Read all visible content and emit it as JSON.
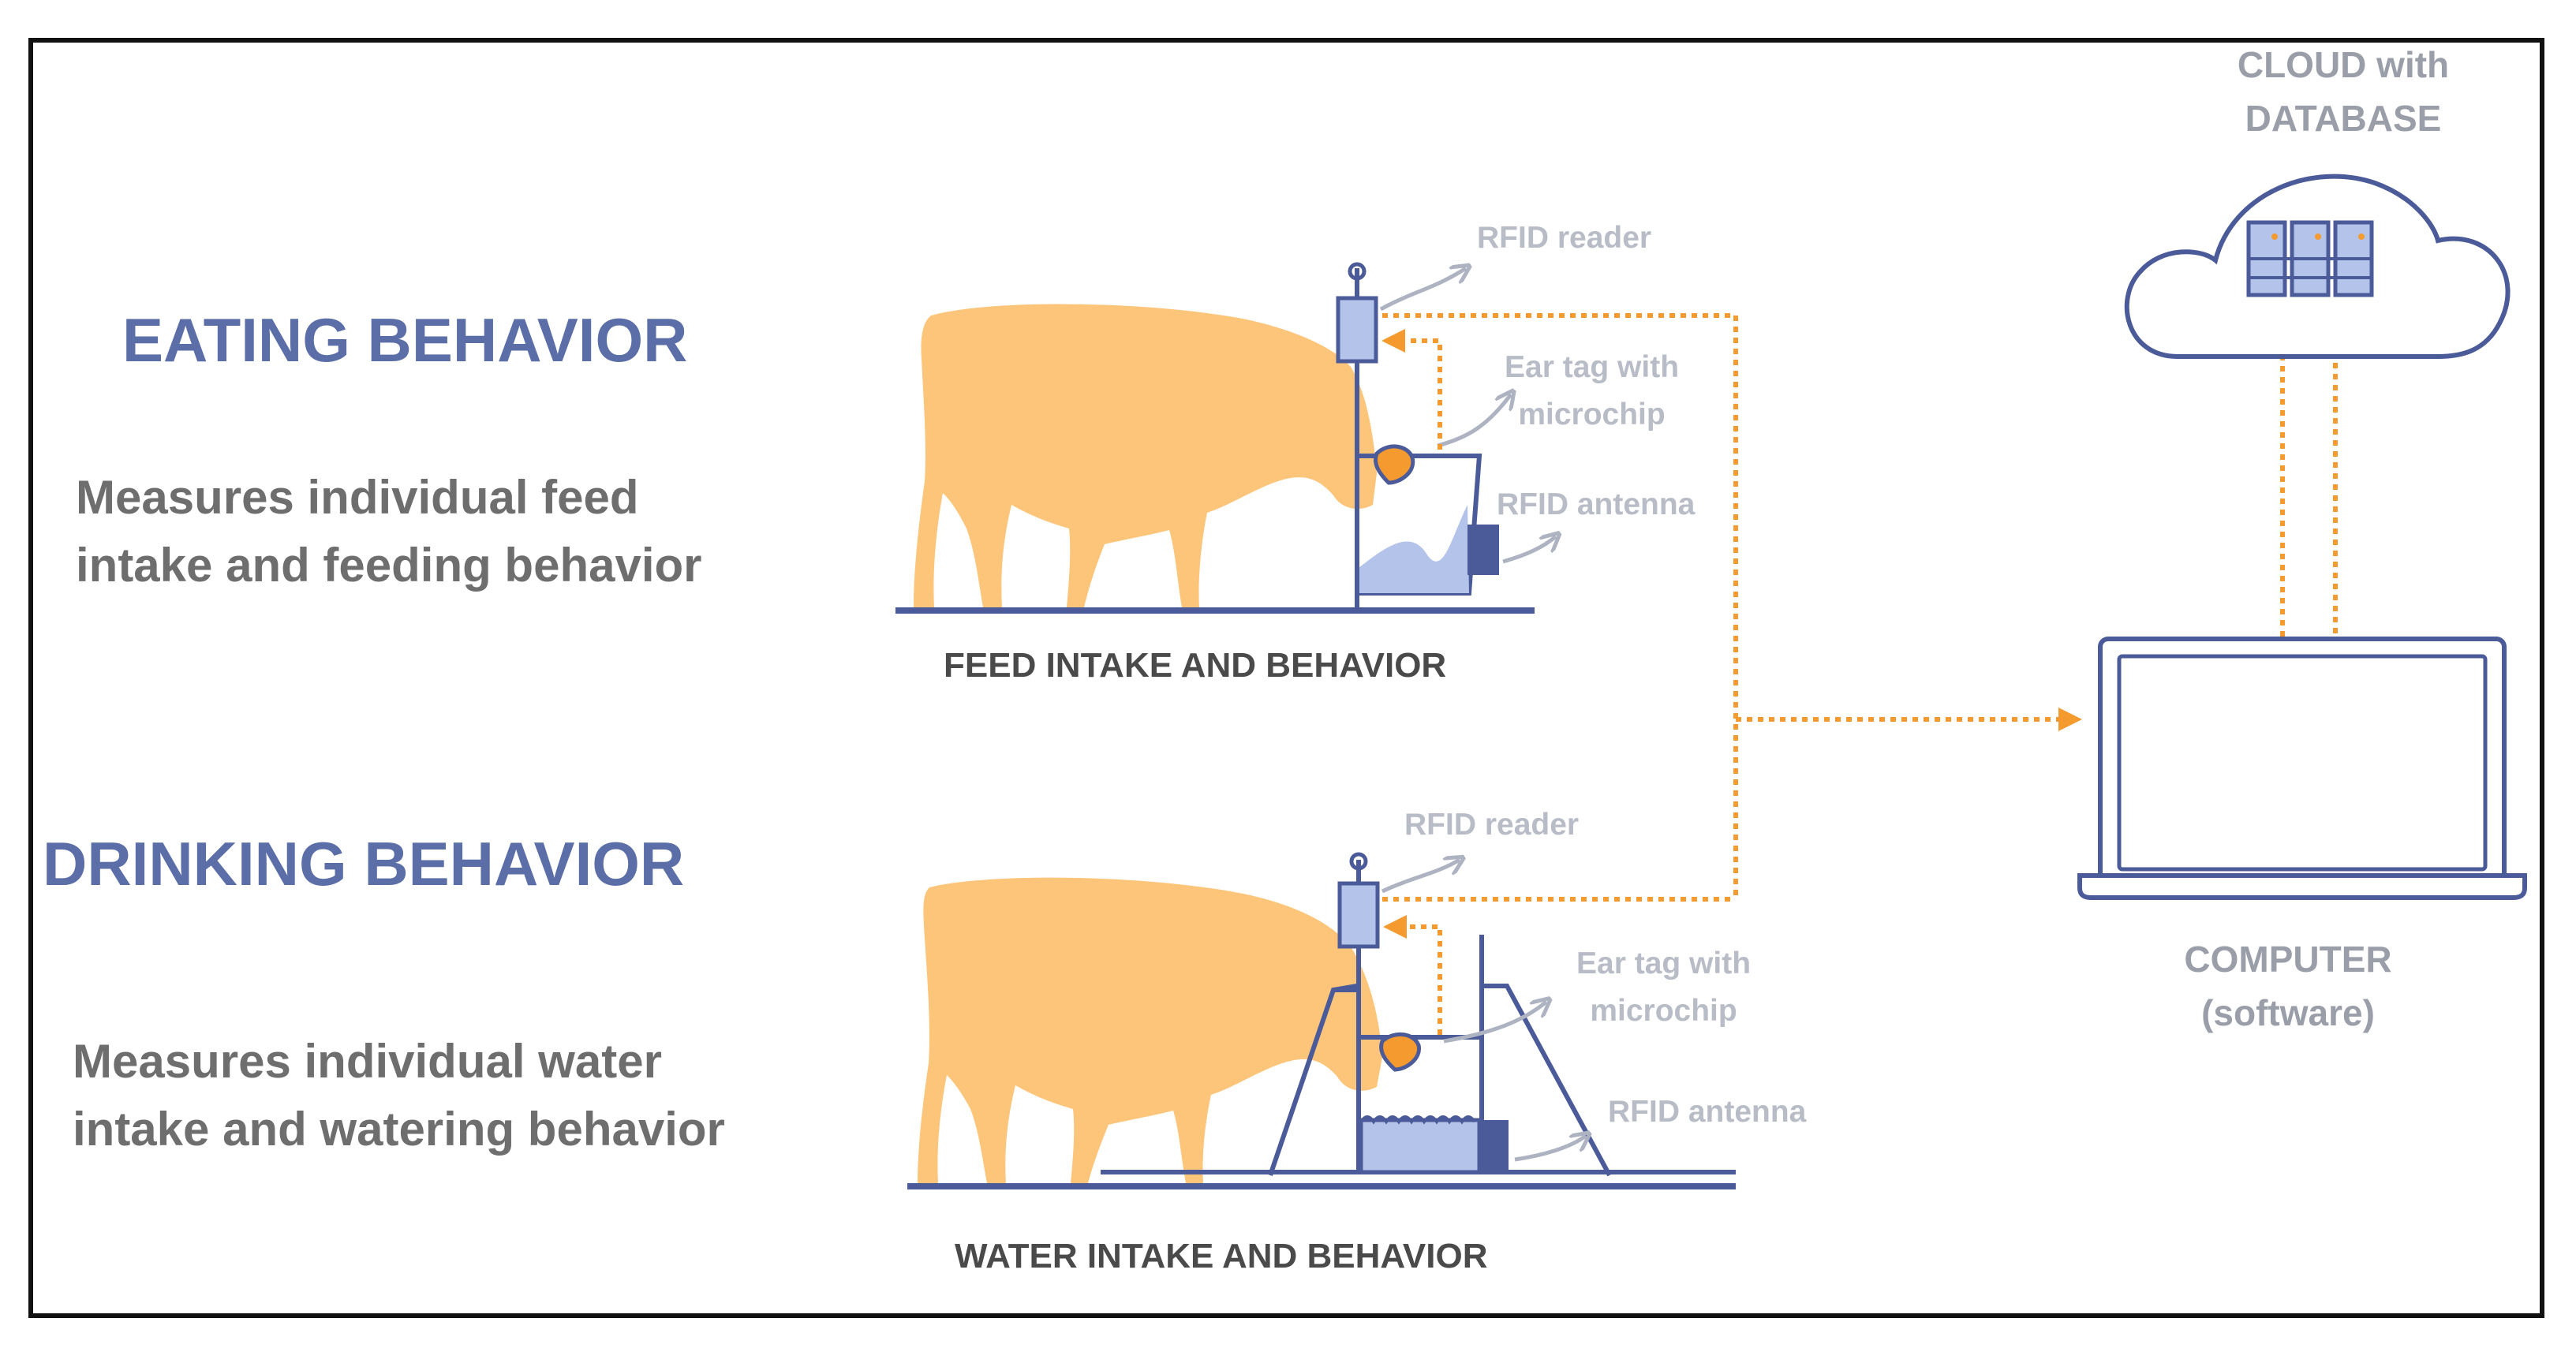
{
  "eating": {
    "heading": "EATING BEHAVIOR",
    "description_line1": "Measures individual feed",
    "description_line2": "intake and feeding behavior",
    "caption": "FEED INTAKE AND BEHAVIOR",
    "rfid_reader": "RFID reader",
    "ear_tag_line1": "Ear tag with",
    "ear_tag_line2": "microchip",
    "rfid_antenna": "RFID antenna"
  },
  "drinking": {
    "heading": "DRINKING BEHAVIOR",
    "description_line1": "Measures individual water",
    "description_line2": "intake and watering behavior",
    "caption": "WATER INTAKE AND BEHAVIOR",
    "rfid_reader": "RFID reader",
    "ear_tag_line1": "Ear tag with",
    "ear_tag_line2": "microchip",
    "rfid_antenna": "RFID antenna"
  },
  "cloud": {
    "label_line1": "CLOUD with",
    "label_line2": "DATABASE"
  },
  "computer": {
    "label_line1": "COMPUTER",
    "label_line2": "(software)"
  },
  "colors": {
    "heading": "#5b6ea8",
    "cow": "#fdc57a",
    "equipment": "#4b5a99",
    "data_flow": "#f59a2e",
    "feed": "#b4c3ea",
    "label": "#b8bcc6"
  },
  "icons": [
    "cow-icon",
    "rfid-reader-icon",
    "ear-tag-icon",
    "rfid-antenna-icon",
    "feed-bin-icon",
    "water-trough-icon",
    "cloud-icon",
    "server-icon",
    "laptop-icon"
  ]
}
